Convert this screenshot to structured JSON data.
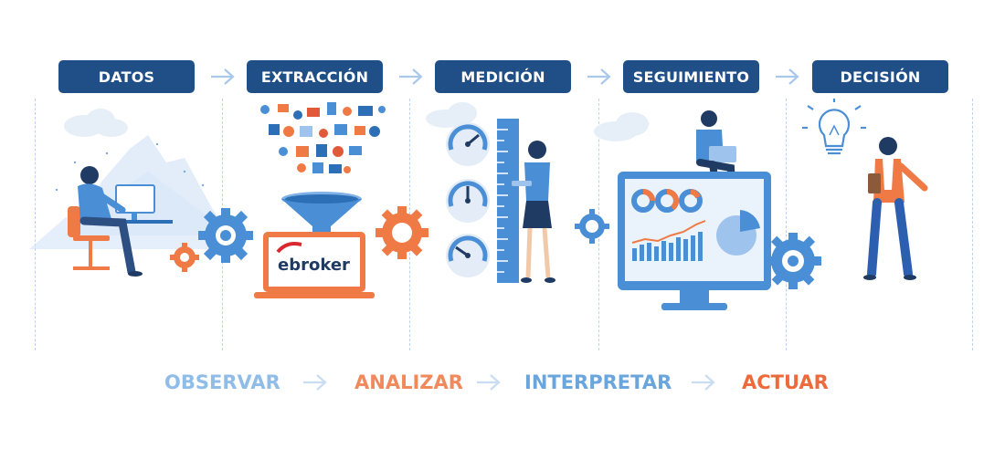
{
  "stages": [
    {
      "label": "DATOS"
    },
    {
      "label": "EXTRACCIÓN"
    },
    {
      "label": "MEDICIÓN"
    },
    {
      "label": "SEGUIMIENTO"
    },
    {
      "label": "DECISIÓN"
    }
  ],
  "verbs": [
    {
      "label": "OBSERVAR",
      "color": "#8fbde8"
    },
    {
      "label": "ANALIZAR",
      "color": "#f08a5d"
    },
    {
      "label": "INTERPRETAR",
      "color": "#6aa6dc"
    },
    {
      "label": "ACTUAR",
      "color": "#ee6a3a"
    }
  ],
  "logo": {
    "text": "ebroker"
  },
  "colors": {
    "stage_bg": "#1f4f86",
    "arrow": "#a9c8ec",
    "divider": "#bcd3ee",
    "gear_blue": "#4a8fd6",
    "gear_orange": "#f07a45"
  }
}
